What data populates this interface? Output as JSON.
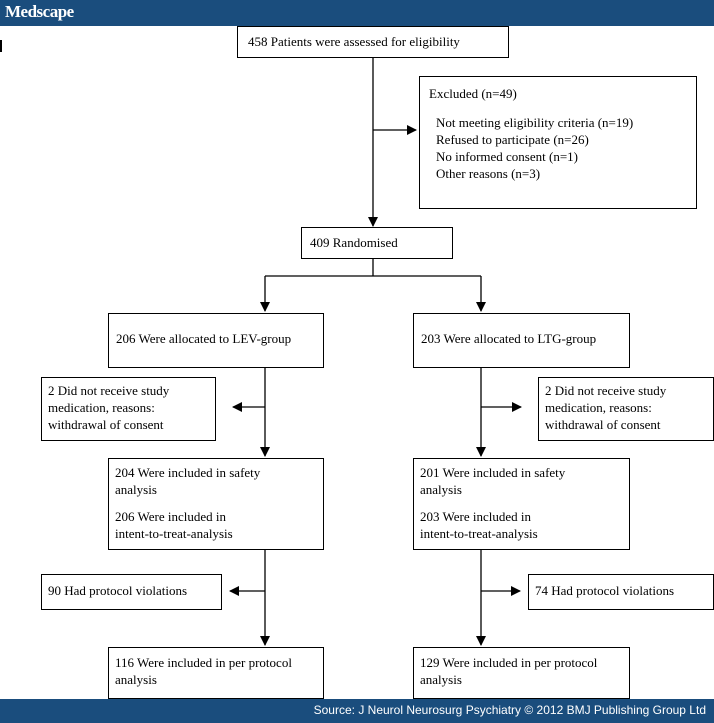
{
  "header": {
    "logo": "Medscape"
  },
  "footer": {
    "source": "Source: J Neurol Neurosurg Psychiatry © 2012 BMJ Publishing Group Ltd"
  },
  "flow": {
    "assessed": "458 Patients were assessed for eligibility",
    "excluded": {
      "title": "Excluded  (n=49)",
      "reasons": [
        "Not meeting eligibility criteria (n=19)",
        "Refused to participate (n=26)",
        "No informed consent (n=1)",
        "Other reasons (n=3)"
      ]
    },
    "randomised": "409 Randomised",
    "lev": {
      "allocated": "206 Were allocated to LEV-group",
      "no_med": [
        "2 Did not receive study",
        "medication, reasons:",
        "withdrawal of consent"
      ],
      "safety": [
        "204 Were included in safety",
        "analysis"
      ],
      "itt": [
        "206 Were included in",
        "intent-to-treat-analysis"
      ],
      "violations": "90 Had protocol violations",
      "per_protocol": [
        "116 Were included in per protocol",
        "analysis"
      ]
    },
    "ltg": {
      "allocated": "203 Were allocated to LTG-group",
      "no_med": [
        "2 Did not receive study",
        "medication, reasons:",
        "withdrawal of consent"
      ],
      "safety": [
        "201 Were included in safety",
        "analysis"
      ],
      "itt": [
        "203 Were included in",
        "intent-to-treat-analysis"
      ],
      "violations": "74 Had protocol violations",
      "per_protocol": [
        "129 Were included in per protocol",
        "analysis"
      ]
    }
  }
}
